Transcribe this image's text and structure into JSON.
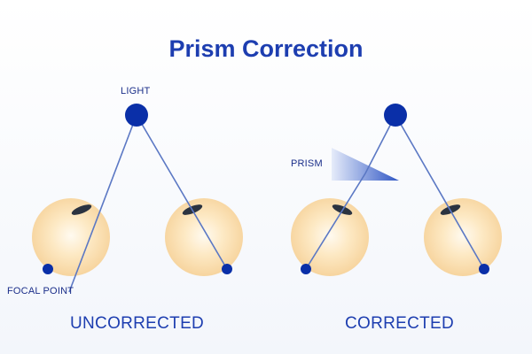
{
  "title": "Prism Correction",
  "labels": {
    "light": "LIGHT",
    "prism": "PRISM",
    "focal_point": "FOCAL POINT",
    "uncorrected": "UNCORRECTED",
    "corrected": "CORRECTED"
  },
  "colors": {
    "accent": "#1d3eb0",
    "light_source": "#0a2fa8",
    "ray": "#5b78c4",
    "eye_fill": "#fbe3b8",
    "pupil": "#2b3340",
    "prism": "#2f56c4"
  },
  "icons": {
    "light_source": "filled-circle",
    "eye": "radial-gradient-circle",
    "prism": "triangle-gradient"
  }
}
